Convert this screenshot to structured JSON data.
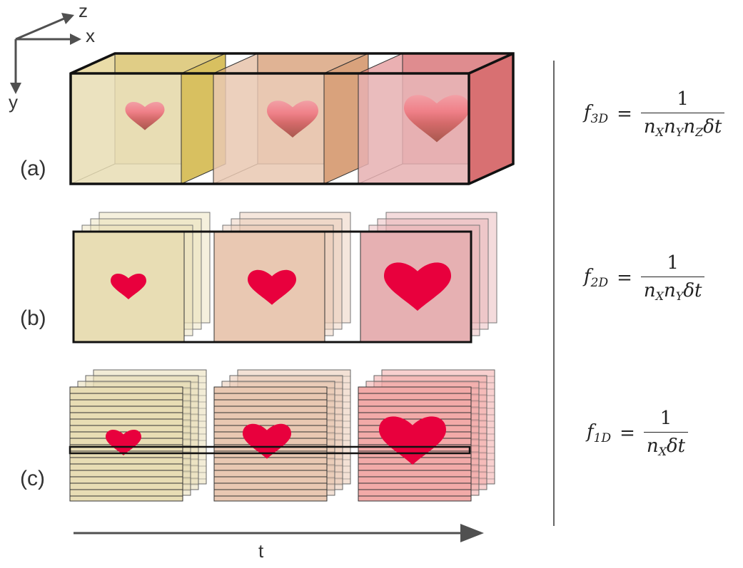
{
  "axes": {
    "x": "x",
    "y": "y",
    "z": "z",
    "t": "t"
  },
  "rows": [
    {
      "label": "(a)"
    },
    {
      "label": "(b)"
    },
    {
      "label": "(c)"
    }
  ],
  "equations": [
    {
      "lhs_base": "f",
      "lhs_sub": "3D",
      "equals": "=",
      "numerator": "1",
      "denominator": [
        {
          "b": "n",
          "s": "X"
        },
        {
          "b": "n",
          "s": "Y"
        },
        {
          "b": "n",
          "s": "Z"
        }
      ],
      "tail": "δt"
    },
    {
      "lhs_base": "f",
      "lhs_sub": "2D",
      "equals": "=",
      "numerator": "1",
      "denominator": [
        {
          "b": "n",
          "s": "X"
        },
        {
          "b": "n",
          "s": "Y"
        }
      ],
      "tail": "δt"
    },
    {
      "lhs_base": "f",
      "lhs_sub": "1D",
      "equals": "=",
      "numerator": "1",
      "denominator": [
        {
          "b": "n",
          "s": "X"
        }
      ],
      "tail": "δt"
    }
  ],
  "colors": {
    "stroke": "#111111",
    "arrow": "#505050",
    "heart_solid": "#e8003d",
    "frame1": "#e8ddb4",
    "frame2": "#e9c8b2",
    "frame3": "#e6b0b2",
    "frame1_side": "#d8c060",
    "frame2_side": "#d9a27c",
    "frame3_side": "#d87072",
    "frame3_row_c": "#f2aaa8",
    "stack_back": "#f3e9d6"
  }
}
